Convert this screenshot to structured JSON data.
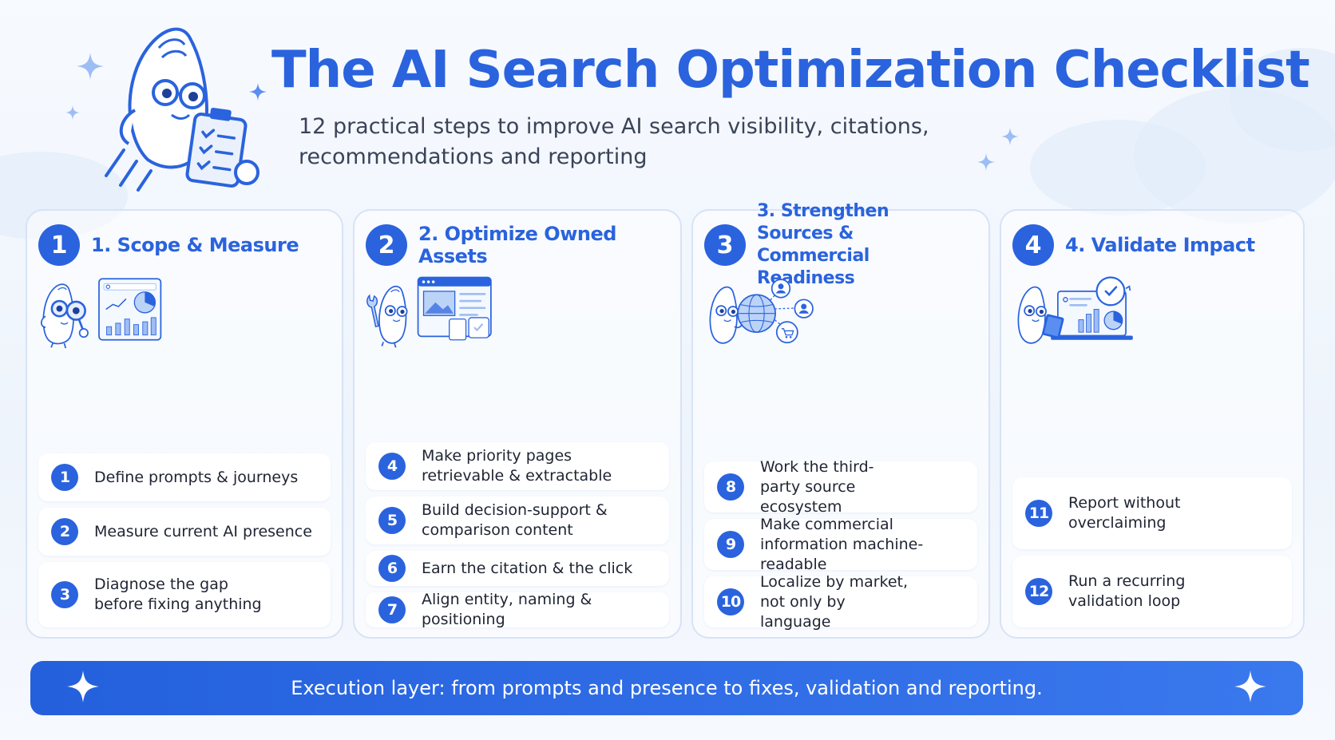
{
  "header": {
    "title": "The AI Search Optimization Checklist",
    "subtitle": "12 practical steps to improve AI search visibility, citations, recommendations and reporting"
  },
  "columns": [
    {
      "number": "1",
      "title": "1. Scope & Measure",
      "illustration": "mascot-magnifier-analytics-dashboard",
      "items": [
        {
          "number": "1",
          "text": "Define prompts & journeys"
        },
        {
          "number": "2",
          "text": "Measure current AI presence"
        },
        {
          "number": "3",
          "text": "Diagnose the gap before fixing anything"
        }
      ]
    },
    {
      "number": "2",
      "title": "2. Optimize Owned Assets",
      "illustration": "mascot-wrench-webpage",
      "items": [
        {
          "number": "4",
          "text": "Make priority pages retrievable & extractable"
        },
        {
          "number": "5",
          "text": "Build decision-support & comparison content"
        },
        {
          "number": "6",
          "text": "Earn the citation & the click"
        },
        {
          "number": "7",
          "text": "Align entity, naming & positioning"
        }
      ]
    },
    {
      "number": "3",
      "title": "3. Strengthen Sources & Commercial Readiness",
      "illustration": "mascot-globe-network",
      "items": [
        {
          "number": "8",
          "text": "Work the third-party source ecosystem"
        },
        {
          "number": "9",
          "text": "Make commercial information machine-readable"
        },
        {
          "number": "10",
          "text": "Localize by market, not only by language"
        }
      ]
    },
    {
      "number": "4",
      "title": "4. Validate Impact",
      "illustration": "mascot-tablet-report-check",
      "items": [
        {
          "number": "11",
          "text": "Report without overclaiming"
        },
        {
          "number": "12",
          "text": "Run a recurring validation loop"
        }
      ]
    }
  ],
  "footer": {
    "text": "Execution layer: from prompts and presence to fixes, validation and reporting."
  },
  "colors": {
    "primary": "#2a63dd",
    "text": "#1f2433",
    "subtitle": "#3a4358",
    "panel_border": "#d7e3f6",
    "light_fill": "#dce8fb"
  }
}
